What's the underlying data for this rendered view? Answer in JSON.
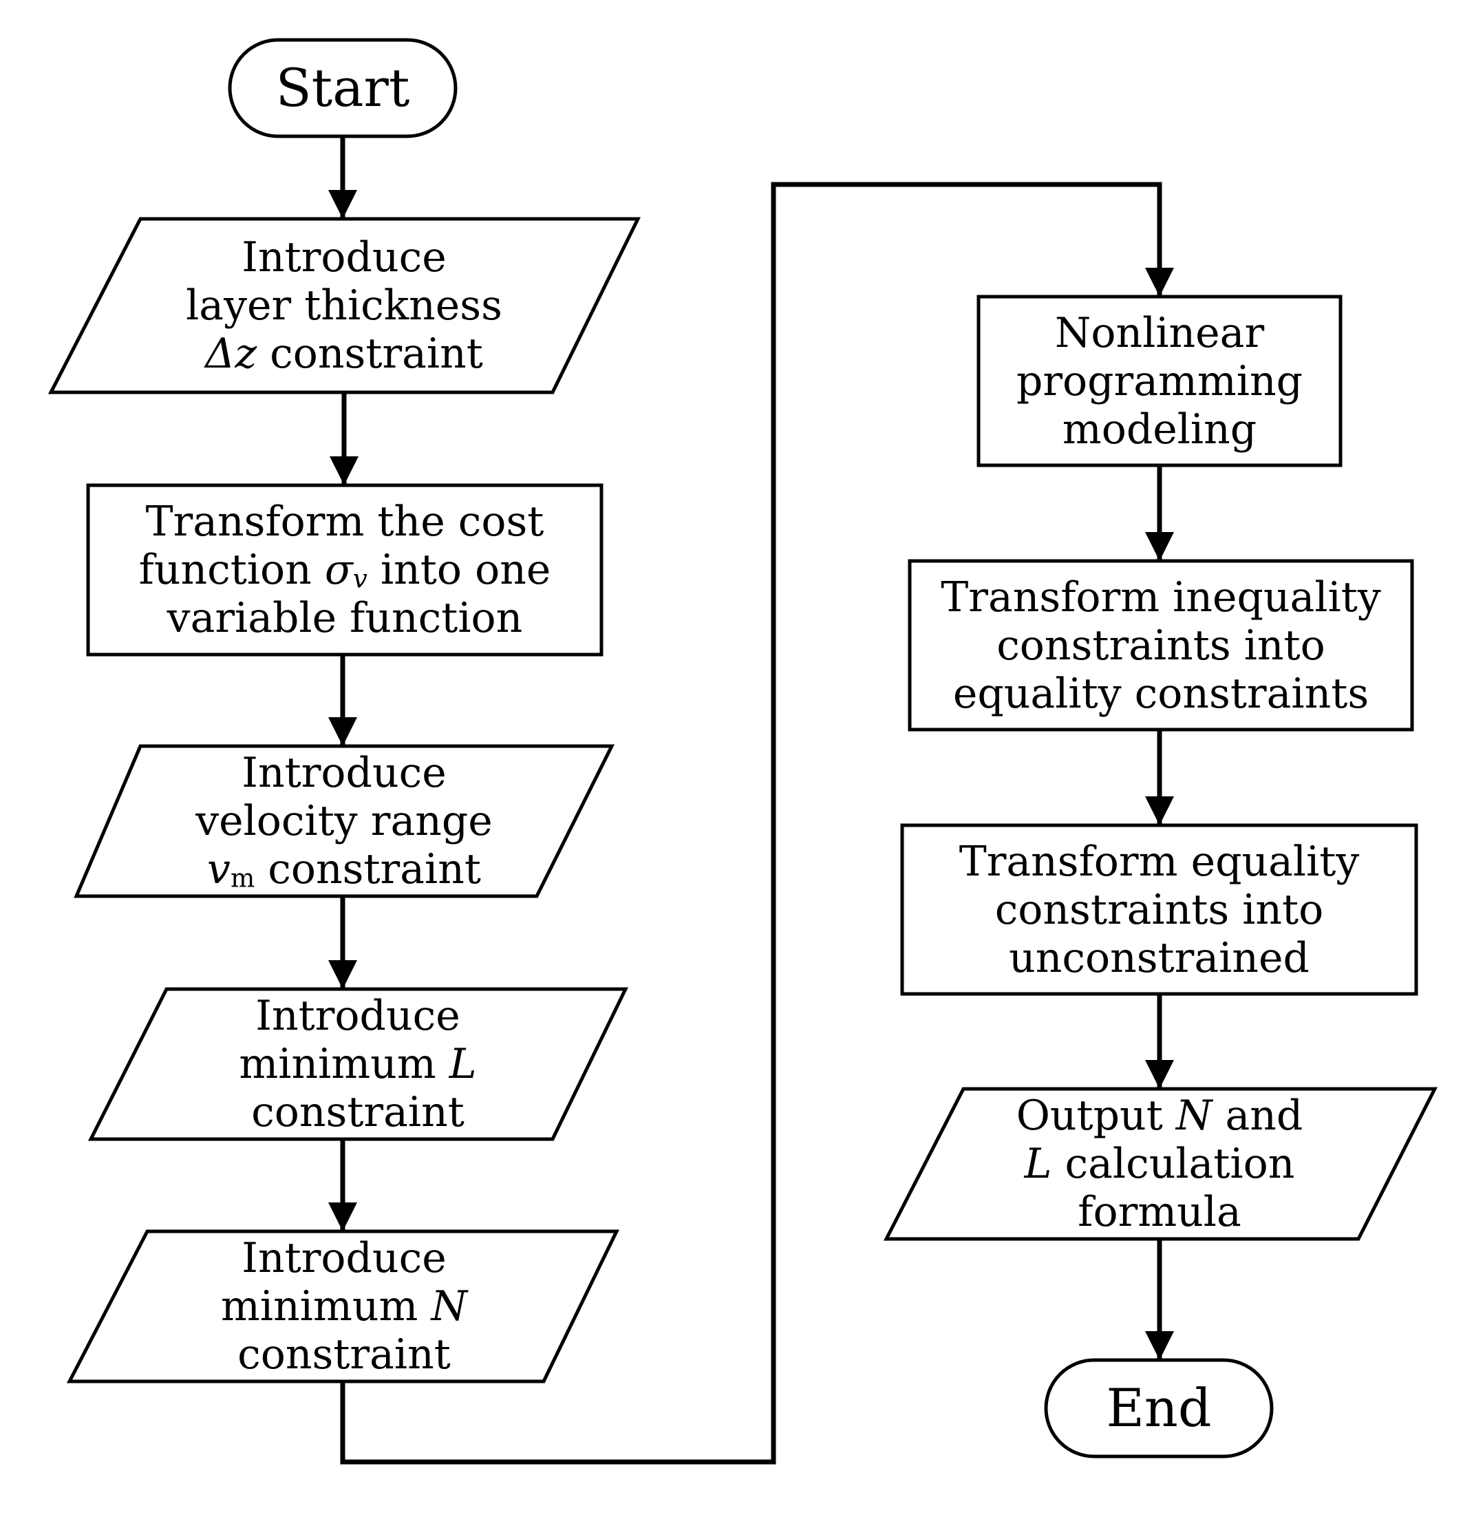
{
  "nodes": {
    "start": {
      "text": "Start"
    },
    "layer_thickness": {
      "line1": "Introduce",
      "line2": "layer thickness",
      "symbol": "Δz",
      "suffix": "constraint"
    },
    "cost_function": {
      "line1": "Transform the cost",
      "prefix": "function",
      "symbol": "σ",
      "symbol_sub": "v",
      "suffix": "into one",
      "line3": "variable function"
    },
    "velocity_range": {
      "line1": "Introduce",
      "line2": "velocity range",
      "symbol": "v",
      "symbol_sub": "m",
      "suffix": "constraint"
    },
    "minimum_l": {
      "line1": "Introduce",
      "prefix": "minimum",
      "symbol": "L",
      "line3": "constraint"
    },
    "minimum_n": {
      "line1": "Introduce",
      "prefix": "minimum",
      "symbol": "N",
      "line3": "constraint"
    },
    "nonlinear_programming": {
      "line1": "Nonlinear",
      "line2": "programming",
      "line3": "modeling"
    },
    "inequality_to_equality": {
      "line1": "Transform inequality",
      "line2": "constraints into",
      "line3": "equality constraints"
    },
    "equality_to_unconstrained": {
      "line1": "Transform equality",
      "line2": "constraints into",
      "line3": "unconstrained"
    },
    "output_formula": {
      "prefix": "Output",
      "symbol1": "N",
      "suffix": "and",
      "symbol2": "L",
      "line2_suffix": "calculation",
      "line3": "formula"
    },
    "end": {
      "text": "End"
    }
  },
  "style": {
    "stroke": "#000000",
    "fill": "#ffffff"
  }
}
